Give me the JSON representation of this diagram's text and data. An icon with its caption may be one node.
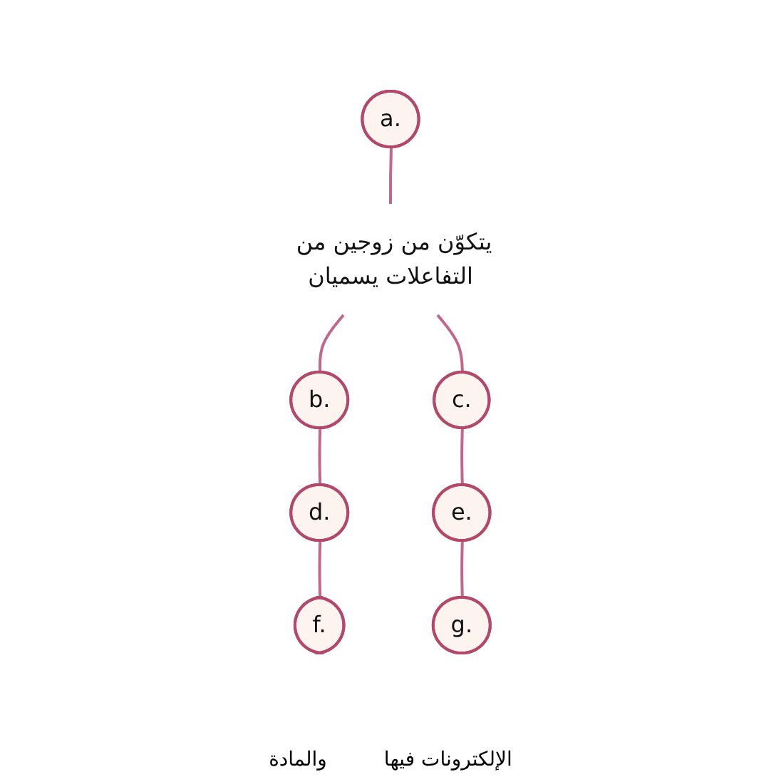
{
  "diagram": {
    "nodes": [
      {
        "text": [
          "a."
        ]
      },
      {
        "text": [
          "يتكوّن من زوجين من التفاعلات يسميان"
        ]
      },
      {
        "text": [
          "b."
        ]
      },
      {
        "text": [
          "c."
        ]
      },
      {
        "text": [
          "d."
        ]
      },
      {
        "text": [
          "e."
        ]
      },
      {
        "text": [
          "f."
        ]
      },
      {
        "text": [
          "g."
        ]
      }
    ],
    "edges": [
      {
        "from": 0,
        "to": 1,
        "arrow": "none"
      },
      {
        "from": 1,
        "to": 2,
        "arrow": "none"
      },
      {
        "from": 1,
        "to": 3,
        "arrow": "none"
      },
      {
        "from": 2,
        "to": 4,
        "arrow": "none"
      },
      {
        "from": 3,
        "to": 5,
        "arrow": "none"
      },
      {
        "from": 4,
        "to": 6,
        "arrow": "none"
      },
      {
        "from": 5,
        "to": 7,
        "arrow": "none"
      }
    ],
    "labels": [
      "الإلكترونات فيها",
      "والمادة"
    ]
  }
}
